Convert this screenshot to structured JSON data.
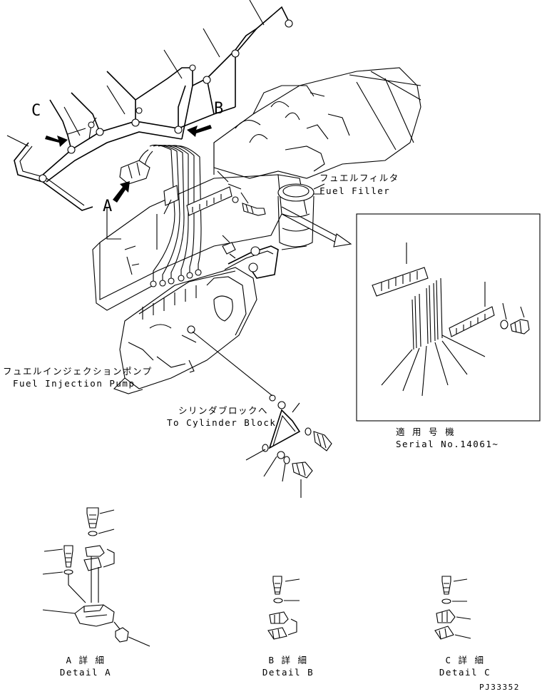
{
  "labels": {
    "fuel_filter_jp": "フュエルフィルタ",
    "fuel_filter_en": "Fuel Filler",
    "injection_pump_jp": "フュエルインジェクションポンプ",
    "injection_pump_en": "Fuel Injection Pump",
    "cylinder_block_jp": "シリンダブロックへ",
    "cylinder_block_en": "To Cylinder Block",
    "serial_jp": "適 用 号 機",
    "serial_en": "Serial No.14061~",
    "detail_a_jp": "A 詳 細",
    "detail_a_en": "Detail A",
    "detail_b_jp": "B 詳 細",
    "detail_b_en": "Detail B",
    "detail_c_jp": "C 詳 細",
    "detail_c_en": "Detail C",
    "view_a": "A",
    "view_b": "B",
    "view_c": "C",
    "drawing_code": "PJ33352"
  }
}
